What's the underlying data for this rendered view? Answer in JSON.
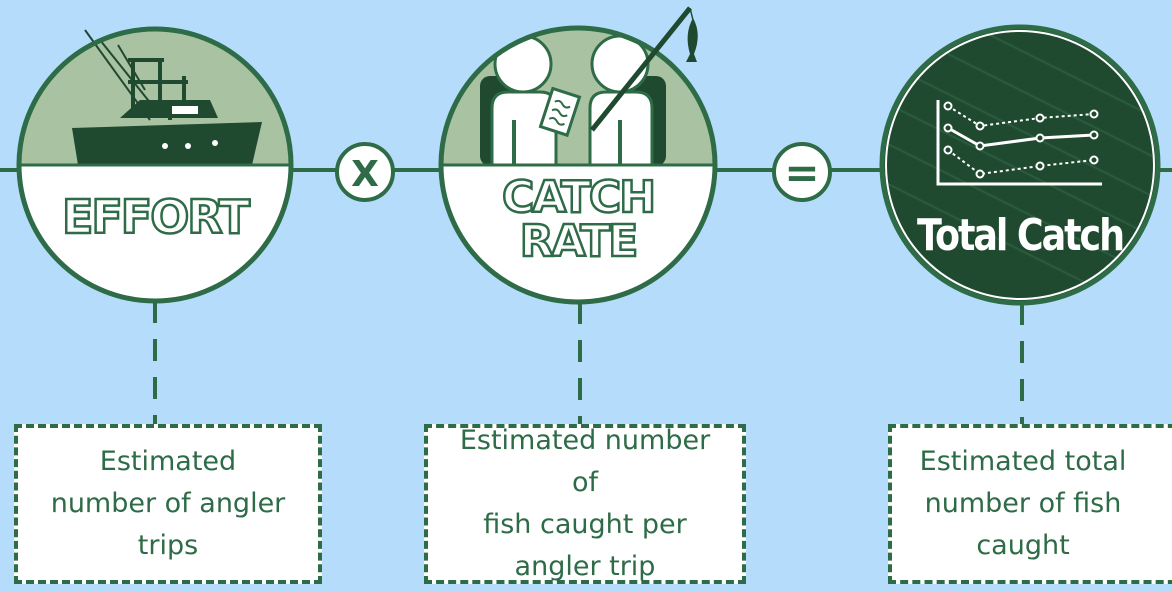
{
  "colors": {
    "background": "#b5dcfb",
    "dark_green": "#2e6b47",
    "deep_green": "#1f4a30",
    "sage": "#a9c2a1",
    "white": "#ffffff"
  },
  "effort": {
    "title": "EFFORT",
    "description": [
      "Estimated",
      "number of angler",
      "trips"
    ],
    "icon": "fishing-boat-icon"
  },
  "operator_multiply": "X",
  "catch_rate": {
    "title_line1": "CATCH",
    "title_line2": "RATE",
    "description": [
      "Estimated number of",
      "fish caught per",
      "angler trip"
    ],
    "icon": "anglers-icon"
  },
  "operator_equals": "=",
  "total_catch": {
    "title": "Total Catch",
    "description": [
      "Estimated total",
      "number of fish",
      "caught"
    ],
    "icon": "line-chart-icon"
  }
}
